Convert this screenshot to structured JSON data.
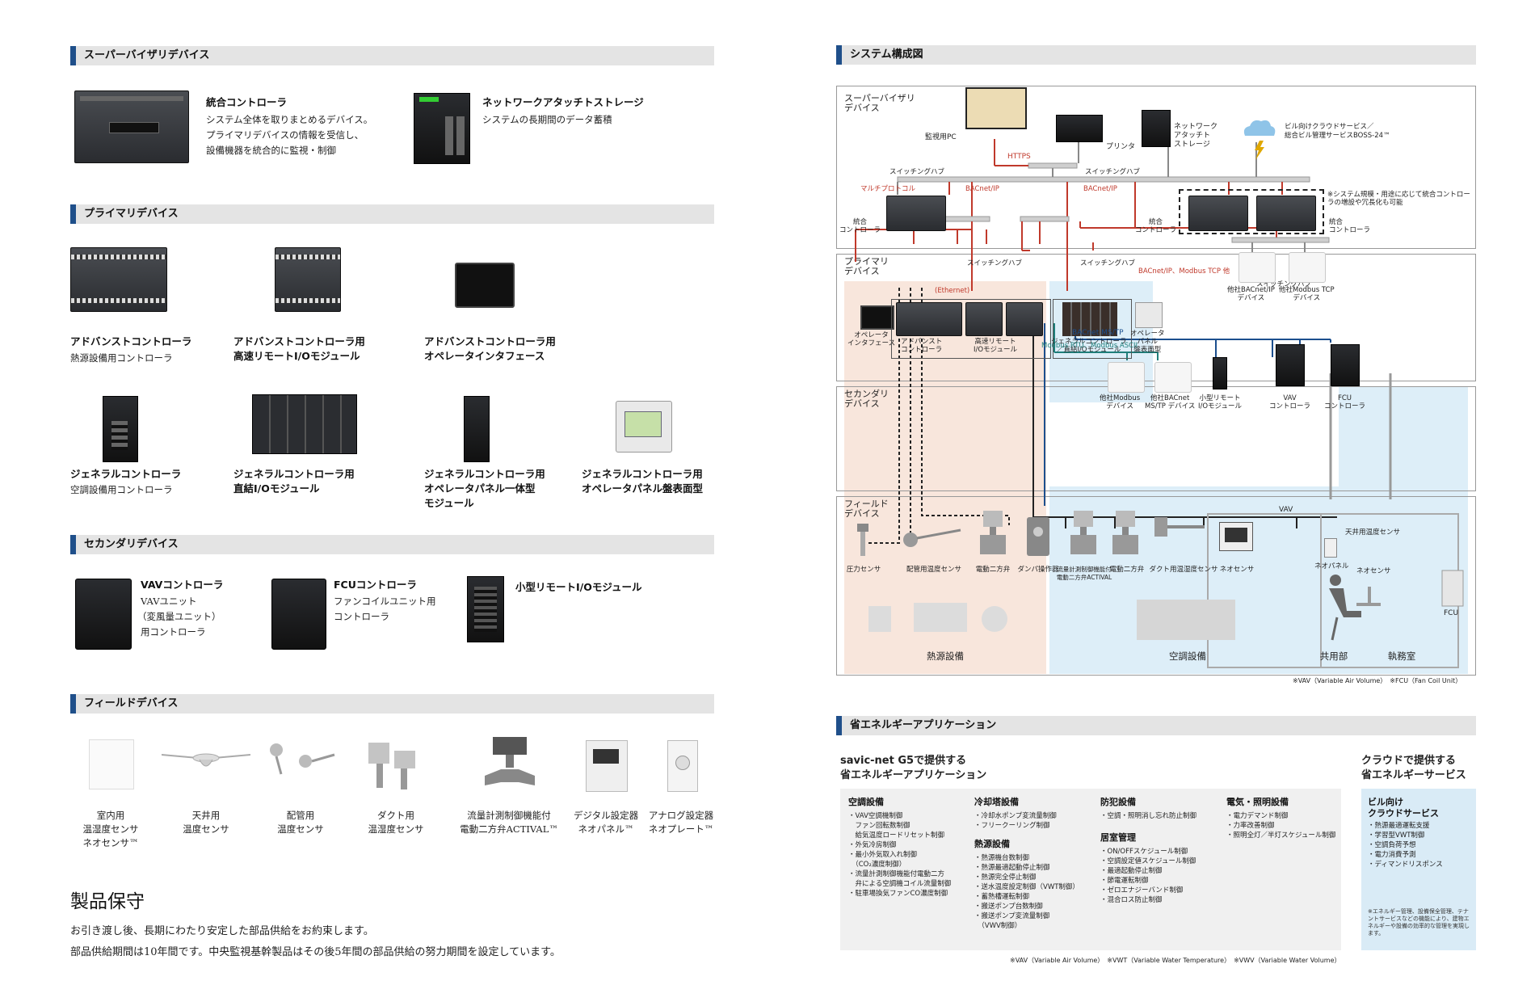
{
  "left": {
    "supervisor": {
      "heading": "スーパーバイザリデバイス",
      "items": [
        {
          "name": "統合コントローラ",
          "desc": [
            "システム全体を取りまとめるデバイス。",
            "プライマリデバイスの情報を受信し、",
            "設備機器を統合的に監視・制御"
          ]
        },
        {
          "name": "ネットワークアタッチトストレージ",
          "desc": [
            "システムの長期間のデータ蓄積"
          ]
        }
      ]
    },
    "primary": {
      "heading": "プライマリデバイス",
      "row1": [
        {
          "name": [
            "アドバンストコントローラ"
          ],
          "desc": "熱源設備用コントローラ"
        },
        {
          "name": [
            "アドバンストコントローラ用",
            "高速リモートI/Oモジュール"
          ],
          "desc": ""
        },
        {
          "name": [
            "アドバンストコントローラ用",
            "オペレータインタフェース"
          ],
          "desc": ""
        }
      ],
      "row2": [
        {
          "name": [
            "ジェネラルコントローラ"
          ],
          "desc": "空調設備用コントローラ"
        },
        {
          "name": [
            "ジェネラルコントローラ用",
            "直結I/Oモジュール"
          ],
          "desc": ""
        },
        {
          "name": [
            "ジェネラルコントローラ用",
            "オペレータパネル一体型",
            "モジュール"
          ],
          "desc": ""
        },
        {
          "name": [
            "ジェネラルコントローラ用",
            "オペレータパネル盤表面型"
          ],
          "desc": ""
        }
      ]
    },
    "secondary": {
      "heading": "セカンダリデバイス",
      "items": [
        {
          "name": "VAVコントローラ",
          "desc": [
            "VAVユニット",
            "（変風量ユニット）",
            "用コントローラ"
          ]
        },
        {
          "name": "FCUコントローラ",
          "desc": [
            "ファンコイルユニット用",
            "コントローラ"
          ]
        },
        {
          "name": "小型リモートI/Oモジュール",
          "desc": []
        }
      ]
    },
    "field": {
      "heading": "フィールドデバイス",
      "items": [
        {
          "lines": [
            "室内用",
            "温湿度センサ",
            "ネオセンサ™"
          ]
        },
        {
          "lines": [
            "天井用",
            "温度センサ"
          ]
        },
        {
          "lines": [
            "配管用",
            "温度センサ"
          ]
        },
        {
          "lines": [
            "ダクト用",
            "温湿度センサ"
          ]
        },
        {
          "lines": [
            "流量計測制御機能付",
            "電動二方弁ACTIVAL™"
          ]
        },
        {
          "lines": [
            "デジタル設定器",
            "ネオパネル™"
          ]
        },
        {
          "lines": [
            "アナログ設定器",
            "ネオプレート™"
          ]
        }
      ]
    },
    "maintenance": {
      "title": "製品保守",
      "lines": [
        "お引き渡し後、長期にわたり安定した部品供給をお約束します。",
        "部品供給期間は10年間です。中央監視基幹製品はその後5年間の部品供給の努力期間を設定しています。"
      ]
    }
  },
  "right": {
    "system": {
      "heading": "システム構成図",
      "layers": [
        "スーパーバイザリ\nデバイス",
        "プライマリ\nデバイス",
        "セカンダリ\nデバイス",
        "フィールド\nデバイス"
      ],
      "labels": {
        "pc": "監視用PC",
        "printer": "プリンタ",
        "nas": "ネットワーク\nアタッチト\nストレージ",
        "cloud": "ビル向けクラウドサービス／\n総合ビル管理サービスBOSS-24™",
        "https": "HTTPS",
        "hub": "スイッチングハブ",
        "multiproto": "マルチプロトコル",
        "bacnetip": "BACnet/IP",
        "redundant": "※システム規模・用途に応じて統合コントロー\nラの増設や冗長化も可能",
        "controller": "統合\nコントローラ",
        "ethernet": "(Ethernet)",
        "bacnet_modbus": "BACnet/IP、Modbus TCP 他",
        "operator_if": "オペレータ\nインタフェース",
        "adv_ctrl": "アドバンスト\nコントローラ",
        "hs_io": "高速リモート\nI/Oモジュール",
        "gen_ctrl": "ジェネラルコントローラ\n／直結I/Oモジュール",
        "op_panel": "オペレータ\nパネル\n盤表面型",
        "other_bacnet": "他社BACnet/IP\nデバイス",
        "other_modbus_tcp": "他社Modbus TCP\nデバイス",
        "mstp": "BACnet MS/TP",
        "modbus_rtu": "Modbus RTU、Modbus ASCII",
        "other_modbus": "他社Modbus\nデバイス",
        "other_mstp": "他社BACnet\nMS/TP デバイス",
        "small_io": "小型リモート\nI/Oモジュール",
        "vav_ctrl": "VAV\nコントローラ",
        "fcu_ctrl": "FCU\nコントローラ",
        "vav": "VAV",
        "ceiling_sensor": "天井用温度センサ",
        "neopanel": "ネオパネル",
        "neosensor": "ネオセンサ",
        "fcu": "FCU",
        "pressure": "圧力センサ",
        "pipe_temp": "配管用温度センサ",
        "valve": "電動二方弁",
        "damper": "ダンパ操作器",
        "flow_valve": "流量計測制御機能付\n電動二方弁ACTIVAL",
        "valve2": "電動二方弁",
        "duct_sensor": "ダクト用温湿度センサ",
        "neosensor2": "ネオセンサ",
        "zone_heat": "熱源設備",
        "zone_air": "空調設備",
        "zone_common": "共用部",
        "zone_office": "執務室"
      },
      "footnote": "※VAV（Variable Air Volume）　※FCU（Fan Coil Unit）"
    },
    "energy": {
      "heading": "省エネルギーアプリケーション",
      "subtitle": [
        "savic-net G5で提供する",
        "省エネルギーアプリケーション"
      ],
      "cloud_title": [
        "クラウドで提供する",
        "省エネルギーサービス"
      ],
      "columns": [
        {
          "groups": [
            {
              "title": "空調設備",
              "items": [
                "・VAV空調機制御",
                "　ファン回転数制御",
                "　給気温度ロードリセット制御",
                "・外気冷房制御",
                "・最小外気取入れ制御",
                "　（CO₂濃度制御）",
                "・流量計測制御機能付電動二方",
                "　弁による空調機コイル流量制御",
                "・駐車場換気ファンCO濃度制御"
              ]
            }
          ]
        },
        {
          "groups": [
            {
              "title": "冷却塔設備",
              "items": [
                "・冷却水ポンプ変流量制御",
                "・フリークーリング制御"
              ]
            },
            {
              "title": "熱源設備",
              "items": [
                "・熱源機台数制御",
                "・熱源最適起動停止制御",
                "・熱源完全停止制御",
                "・送水温度設定制御（VWT制御）",
                "・蓄熱槽運転制御",
                "・搬送ポンプ台数制御",
                "・搬送ポンプ変流量制御",
                "　（VWV制御）"
              ]
            }
          ]
        },
        {
          "groups": [
            {
              "title": "防犯設備",
              "items": [
                "・空調・照明消し忘れ防止制御"
              ]
            },
            {
              "title": "居室管理",
              "items": [
                "・ON/OFFスケジュール制御",
                "・空調設定値スケジュール制御",
                "・最適起動停止制御",
                "・節電運転制御",
                "・ゼロエナジーバンド制御",
                "・混合ロス防止制御"
              ]
            }
          ]
        },
        {
          "groups": [
            {
              "title": "電気・照明設備",
              "items": [
                "・電力デマンド制御",
                "・力率改善制御",
                "・照明全灯／半灯スケジュール制御"
              ]
            }
          ]
        }
      ],
      "cloud_box": {
        "title": [
          "ビル向け",
          "クラウドサービス"
        ],
        "items": [
          "・熱源最適運転支援",
          "・学習型VWT制御",
          "・空調負荷予想",
          "・電力消費予測",
          "・ディマンドリスポンス"
        ],
        "note": "※エネルギー管理、設備保全管理、テナントサービスなどの機能により、建物エネルギーや設備の効率的な管理を実現します。"
      },
      "footnote": "※VAV（Variable Air Volume）　※VWT（Variable Water Temperature）　※VWV（Variable Water Volume）"
    }
  }
}
